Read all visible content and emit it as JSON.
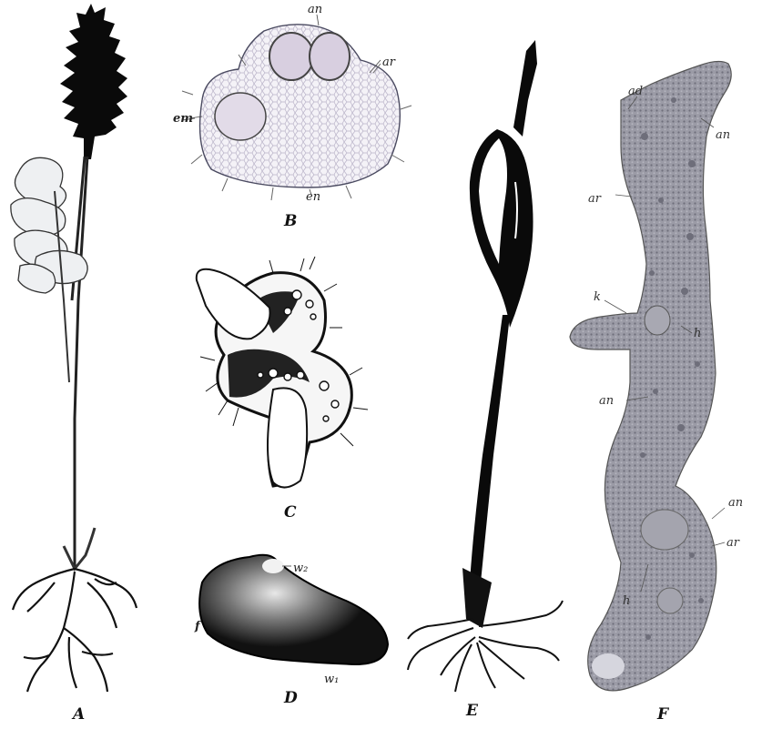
{
  "figures": {
    "A": {
      "caption": "A"
    },
    "B": {
      "caption": "B",
      "labels": {
        "an": "an",
        "ar": "ar",
        "em": "em",
        "en": "en"
      }
    },
    "C": {
      "caption": "C"
    },
    "D": {
      "caption": "D",
      "labels": {
        "w2": "w₂",
        "f": "f",
        "w1": "w₁"
      }
    },
    "E": {
      "caption": "E"
    },
    "F": {
      "caption": "F",
      "labels": {
        "ad": "ad",
        "an1": "an",
        "ar1": "ar",
        "k": "k",
        "h1": "h",
        "an2": "an",
        "an3": "an",
        "ar2": "ar",
        "h2": "h"
      }
    }
  },
  "colors": {
    "ink": "#111111",
    "paper": "#ffffff",
    "stipple": "#8a8a95",
    "cell": "#b9b3c8"
  }
}
